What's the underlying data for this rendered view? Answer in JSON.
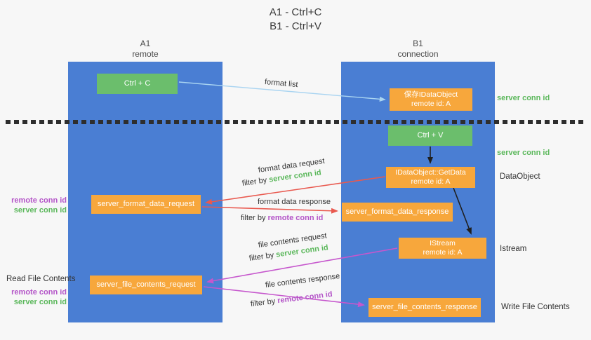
{
  "title": {
    "line1": "A1 - Ctrl+C",
    "line2": "B1 - Ctrl+V"
  },
  "columns": {
    "left": {
      "id": "A1",
      "role": "remote"
    },
    "right": {
      "id": "B1",
      "role": "connection"
    }
  },
  "nodes": {
    "ctrl_c": {
      "label": "Ctrl + C"
    },
    "save_idataobject": {
      "line1": "保存IDataObject",
      "line2": "remote id: A"
    },
    "ctrl_v": {
      "label": "Ctrl + V"
    },
    "idataobject_getdata": {
      "line1": "IDataObject::GetData",
      "line2": "remote id: A"
    },
    "server_format_data_request": {
      "label": "server_format_data_request"
    },
    "server_format_data_response": {
      "label": "server_format_data_response"
    },
    "istream": {
      "line1": "IStream",
      "line2": "remote id: A"
    },
    "server_file_contents_request": {
      "label": "server_file_contents_request"
    },
    "server_file_contents_response": {
      "label": "server_file_contents_response"
    }
  },
  "edge_labels": {
    "format_list": "format list",
    "format_data_request": "format data request",
    "format_data_response": "format data response",
    "file_contents_request": "file contents request",
    "file_contents_response": "file contents response",
    "filter_by": "filter by",
    "server_conn_id": "server conn id",
    "remote_conn_id": "remote conn id"
  },
  "side_labels": {
    "server_conn_id_top": "server conn id",
    "server_conn_id_mid": "server conn id",
    "dataobject": "DataObject",
    "istream": "Istream",
    "read_file_contents": "Read File Contents",
    "write_file_contents": "Write File Contents",
    "remote_conn_id": "remote conn id",
    "server_conn_id": "server conn id"
  },
  "colors": {
    "lane_blue": "#4A7ED3",
    "box_green": "#6BBE6C",
    "box_orange": "#F7A73C",
    "text_green": "#5CB85C",
    "text_purple": "#B455C8",
    "arrow_light_blue": "#A9D4F1",
    "arrow_red": "#E9594F",
    "arrow_magenta": "#C657CD",
    "arrow_black": "#1F1F1F"
  }
}
